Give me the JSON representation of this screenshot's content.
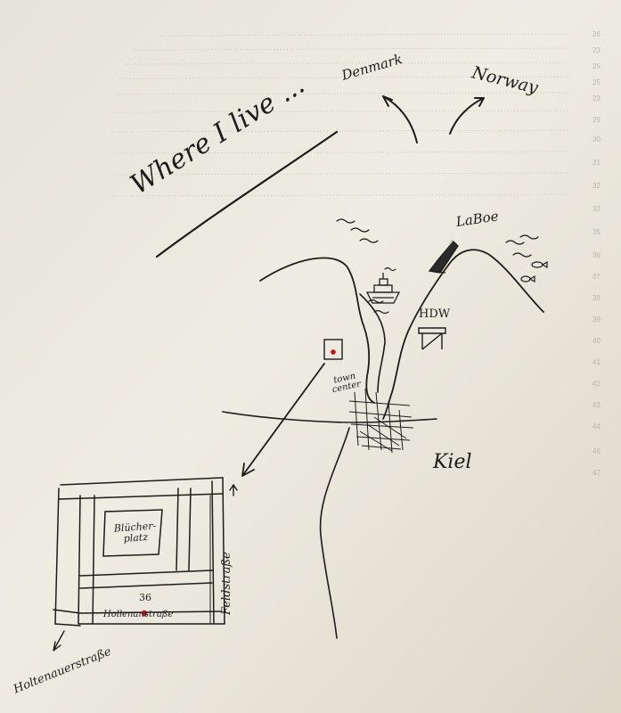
{
  "labels": {
    "title": "Where I live ...",
    "denmark": "Denmark",
    "norway": "Norway",
    "laboe": "LaBoe",
    "hdw": "HDW",
    "town_center": "town center",
    "kiel": "Kiel",
    "blucherplatz": "Blücher-platz",
    "house_number": "36",
    "street_bottom": "Hollenanstraße",
    "street_right": "Feldstraße",
    "street_left": "Holtenauerstraße"
  },
  "background_page_numbers": [
    "26",
    "23",
    "25",
    "25",
    "23",
    "29",
    "30",
    "31",
    "32",
    "33",
    "35",
    "36",
    "37",
    "38",
    "39",
    "40",
    "41",
    "42",
    "43",
    "44",
    "46",
    "47"
  ],
  "colors": {
    "paper": "#eeebe1",
    "ink": "#1c1c1c",
    "marker": "#c0141c"
  }
}
